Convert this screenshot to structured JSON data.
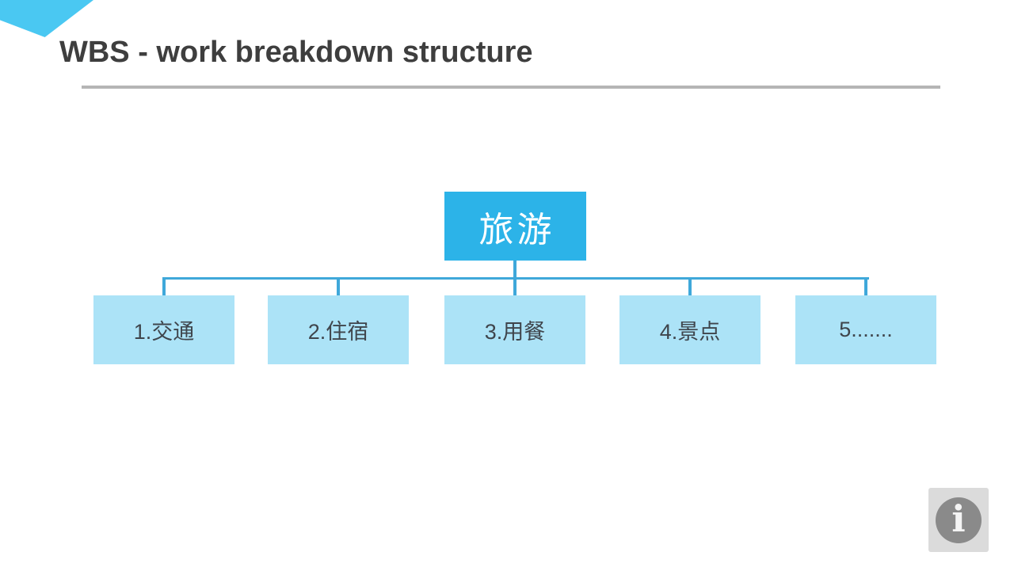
{
  "slide": {
    "title": "WBS - work breakdown structure"
  },
  "diagram": {
    "type": "tree",
    "root": {
      "label": "旅游"
    },
    "children": [
      {
        "label": "1.交通"
      },
      {
        "label": "2.住宿"
      },
      {
        "label": "3.用餐"
      },
      {
        "label": "4.景点"
      },
      {
        "label": "5......."
      }
    ]
  },
  "logo": {
    "glyph": "i"
  },
  "colors": {
    "accent": "#4AC8F2",
    "root_node_fill": "#2CB3E8",
    "root_node_text": "#FFFFFF",
    "child_node_fill": "#ACE3F7",
    "child_node_text": "#3F454C",
    "connector": "#3FA8DA",
    "title_text": "#3E3E3E",
    "divider": "#B5B5B5",
    "logo_bg": "#DBDBDB",
    "logo_circle": "#8A8A8A"
  }
}
